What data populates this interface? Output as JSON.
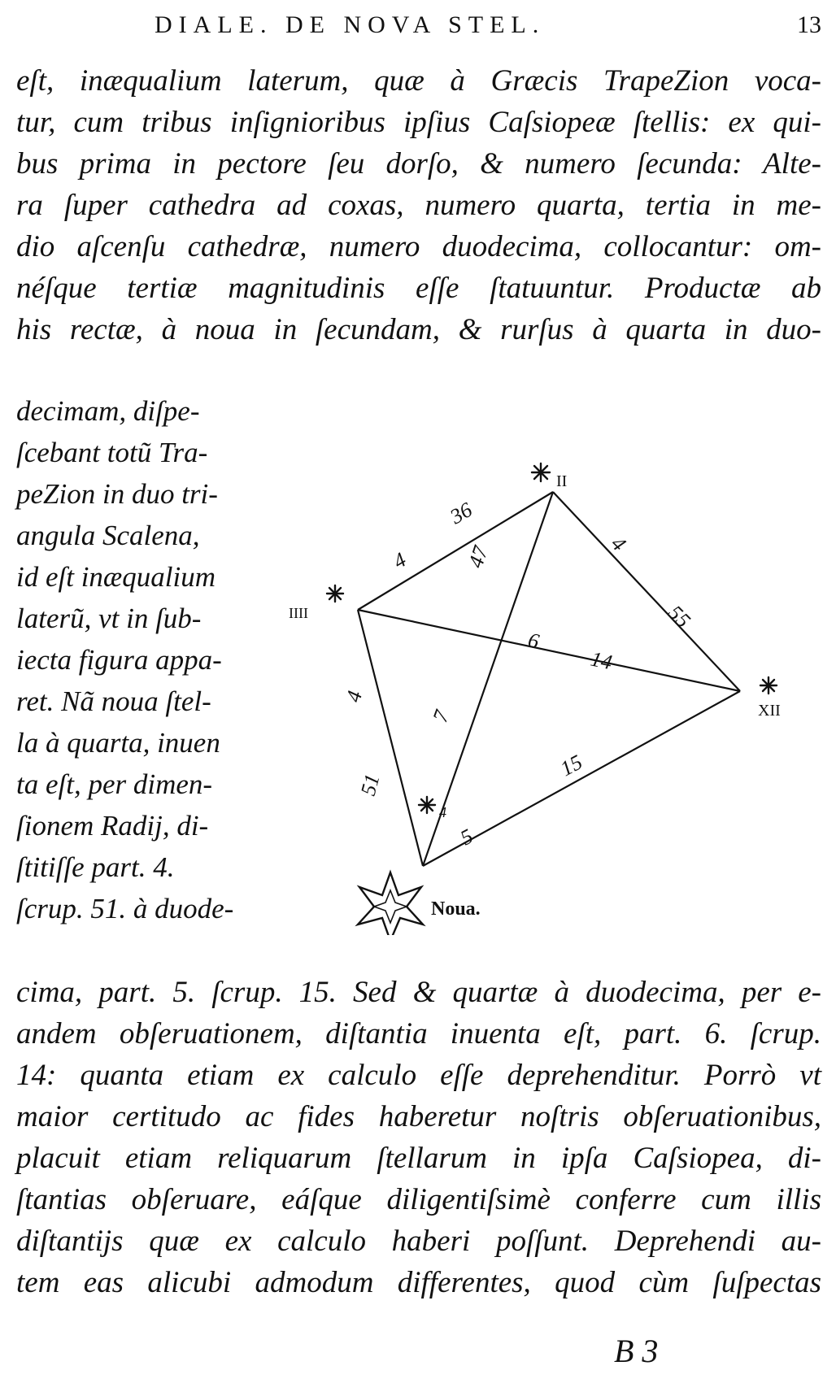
{
  "header": {
    "running_title": "DIALE. DE NOVA STEL.",
    "page_number": "13"
  },
  "top_lines": [
    "eſt, inæqualium laterum, quæ à Græcis TrapeZion voca-",
    "tur, cum tribus inſignioribus ipſius Caſsiopeæ ſtellis: ex qui-",
    "bus prima in pectore ſeu dorſo, & numero ſecunda: Alte-",
    "ra ſuper cathedra ad coxas, numero quarta, tertia in me-",
    "dio aſcenſu cathedræ, numero duodecima, collocantur: om-",
    "néſque tertiæ magnitudinis eſſe ſtatuuntur. Productæ ab",
    "his rectæ, à noua in ſecundam, & rurſus à quarta in duo-"
  ],
  "left_lines": [
    "decimam, diſpe-",
    "ſcebant totũ Tra-",
    "peZion in duo tri-",
    "angula Scalena,",
    "id eſt inæqualium",
    "laterũ, vt in ſub-",
    "iecta figura appa-",
    "ret. Nã noua ſtel-",
    "la à quarta, inuen",
    "ta eſt, per dimen-",
    "ſionem Radij, di-",
    "ſtitiſſe part. 4.",
    "ſcrup. 51. à duode-"
  ],
  "bottom_lines": [
    "cima, part. 5. ſcrup. 15. Sed & quartæ à duodecima, per e-",
    "andem obſeruationem, diſtantia inuenta eſt, part. 6. ſcrup.",
    "14: quanta etiam ex calculo eſſe deprehenditur. Porrò vt",
    "maior certitudo ac fides haberetur noſtris obſeruationibus,",
    "placuit etiam reliquarum ſtellarum in ipſa Caſsiopea, di-",
    "ſtantias obſeruare, eáſque diligentiſsimè conferre cum illis",
    "diſtantijs quæ ex calculo haberi poſſunt. Deprehendi au-",
    "tem eas alicubi admodum differentes, quod cùm ſuſpectas"
  ],
  "signature": "B 3",
  "figure": {
    "star_labels": {
      "ii": "II",
      "iiii": "IIII",
      "xii": "XII",
      "noua": "Noua."
    },
    "edge_labels": {
      "a": "36",
      "b": "4",
      "c": "47",
      "d": "4",
      "e": "55",
      "f": "6",
      "g": "14",
      "h": "4",
      "i": "7",
      "j": "51",
      "k": "4",
      "l": "15",
      "m": "5"
    }
  }
}
